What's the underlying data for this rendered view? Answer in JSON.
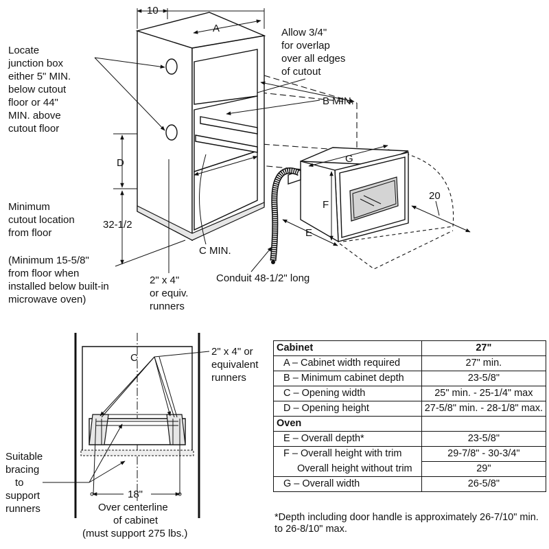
{
  "labels": {
    "dim_10": "10",
    "dim_a": "A",
    "allow": [
      "Allow 3/4\"",
      "for overlap",
      "over all edges",
      "of cutout"
    ],
    "locate": [
      "Locate",
      "junction box",
      "either 5\" MIN.",
      "below cutout",
      "floor or 44\"",
      "MIN. above",
      "cutout floor"
    ],
    "b_min": "B MIN.",
    "dim_d": "D",
    "dim_g": "G",
    "dim_f": "F",
    "dim_e": "E",
    "dim_20": "20",
    "dim_32": "32-1/2",
    "minimum": [
      "Minimum",
      "cutout location",
      "from floor"
    ],
    "minimum_note": [
      "(Minimum 15-5/8\"",
      "from floor when",
      "installed below built-in",
      "microwave oven)"
    ],
    "c_min": "C MIN.",
    "runners_top": [
      "2\" x 4\"",
      "or equiv.",
      "runners"
    ],
    "conduit": "Conduit 48-1/2\" long",
    "centerline_mark": "C",
    "runners_bottom": [
      "2\" x  4\" or",
      "equivalent",
      "runners"
    ],
    "bracing": [
      "Suitable",
      "bracing",
      "to",
      "support",
      "runners"
    ],
    "dim_18": "18\"",
    "over_centerline": [
      "Over centerline",
      "of cabinet",
      "(must support 275 lbs.)"
    ]
  },
  "table": {
    "cabinet_header": "Cabinet",
    "size_header": "27\"",
    "cabinet_rows": [
      {
        "label": "A – Cabinet width required",
        "value": "27\" min."
      },
      {
        "label": "B – Minimum cabinet depth",
        "value": "23-5/8\""
      },
      {
        "label": "C – Opening width",
        "value": "25\" min. - 25-1/4\" max"
      },
      {
        "label": "D – Opening height",
        "value": "27-5/8\" min. - 28-1/8\" max."
      }
    ],
    "oven_header": "Oven",
    "oven_rows": [
      {
        "label": "E – Overall depth*",
        "value": "23-5/8\""
      },
      {
        "label": "F – Overall height with trim",
        "value": "29-7/8\" - 30-3/4\""
      },
      {
        "label": "Overall height without trim",
        "value": "29\""
      },
      {
        "label": "G – Overall width",
        "value": "26-5/8\""
      }
    ],
    "footnote": "*Depth including door handle is approximately 26-7/10\" min. to 26-8/10\" max."
  }
}
